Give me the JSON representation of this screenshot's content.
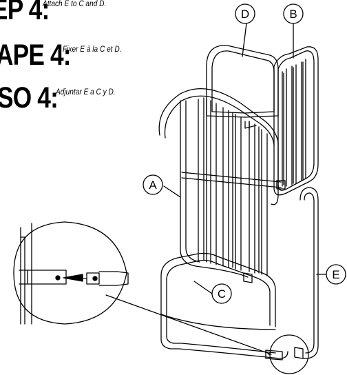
{
  "instructions": [
    {
      "heading": "EP 4:",
      "text": "Attach E to C and D."
    },
    {
      "heading": "APE 4:",
      "text": "Fixer E à la C et D."
    },
    {
      "heading": "SO 4:",
      "text": "Adjuntar E a C y D."
    }
  ],
  "part_labels": {
    "a": "A",
    "b": "B",
    "c": "C",
    "d": "D",
    "e": "E"
  }
}
